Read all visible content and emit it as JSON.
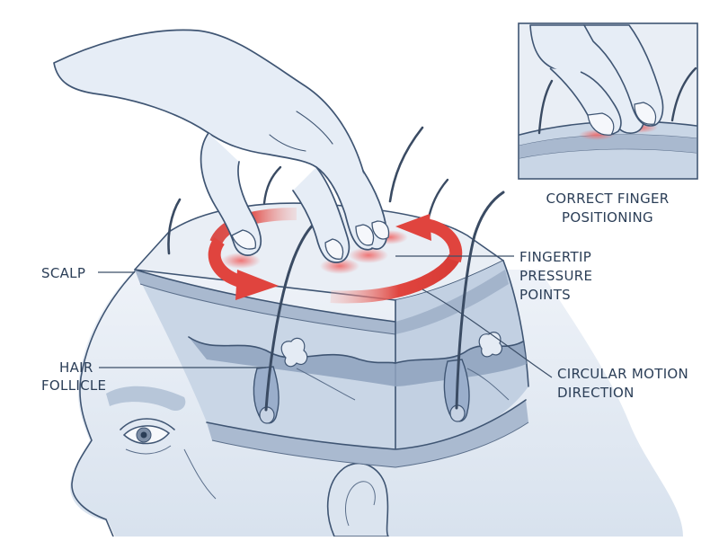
{
  "labels": {
    "scalp": "SCALP",
    "hair_follicle_line1": "HAIR",
    "hair_follicle_line2": "FOLLICLE",
    "fingertip_line1": "FINGERTIP",
    "fingertip_line2": "PRESSURE",
    "fingertip_line3": "POINTS",
    "circular_line1": "CIRCULAR MOTION",
    "circular_line2": "DIRECTION",
    "inset_line1": "CORRECT FINGER",
    "inset_line2": "POSITIONING"
  },
  "colors": {
    "skin_fill": "#e4ebf4",
    "skin_shade": "#c9d6e6",
    "layer_dark": "#9fb0c6",
    "layer_mid": "#b9c8da",
    "outline": "#3f5573",
    "hair": "#3a4b63",
    "arrow_red": "#e0443e",
    "pressure_pink": "#ef6f6f",
    "text": "#2b3e57"
  },
  "icons": {
    "motion_arrows": "circular-arrow-icon",
    "pressure_marks": "pressure-point-icon"
  }
}
